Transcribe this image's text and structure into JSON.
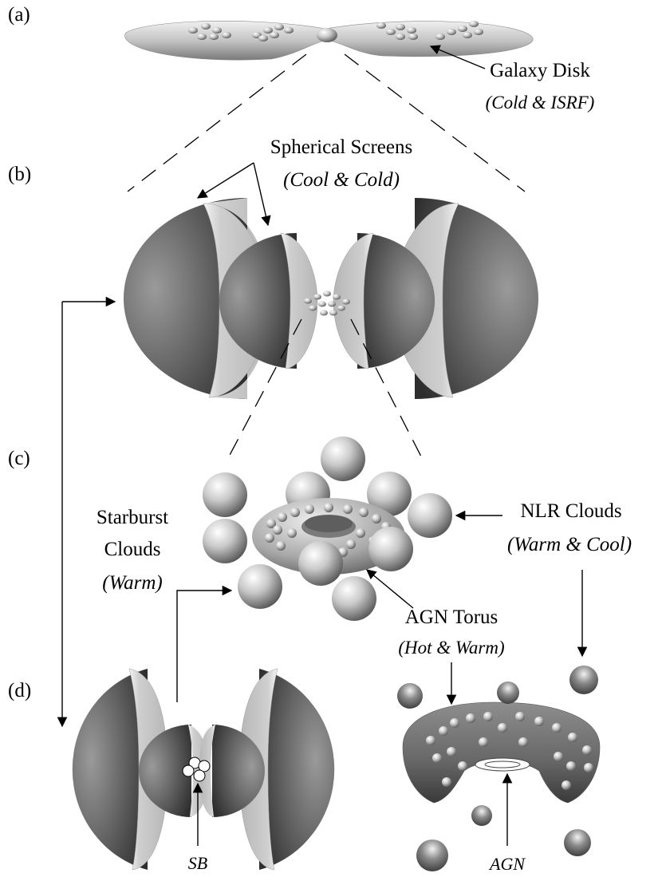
{
  "panels": {
    "a": "(a)",
    "b": "(b)",
    "c": "(c)",
    "d": "(d)"
  },
  "labels": {
    "galaxy_disk": "Galaxy Disk",
    "galaxy_disk_temp": "(Cold & ISRF)",
    "spherical_screens": "Spherical Screens",
    "spherical_screens_temp": "(Cool & Cold)",
    "starburst_line1": "Starburst",
    "starburst_line2": "Clouds",
    "starburst_temp": "(Warm)",
    "nlr_clouds": "NLR Clouds",
    "nlr_temp": "(Warm & Cool)",
    "agn_torus": "AGN Torus",
    "agn_torus_temp": "(Hot & Warm)",
    "sb": "SB",
    "agn": "AGN"
  },
  "colors": {
    "ink": "#000000",
    "shade_dark": "#3c3c3c",
    "shade_mid": "#8c8c8c",
    "shade_light": "#e6e6e6",
    "cut_face": "#c2c2c2"
  }
}
